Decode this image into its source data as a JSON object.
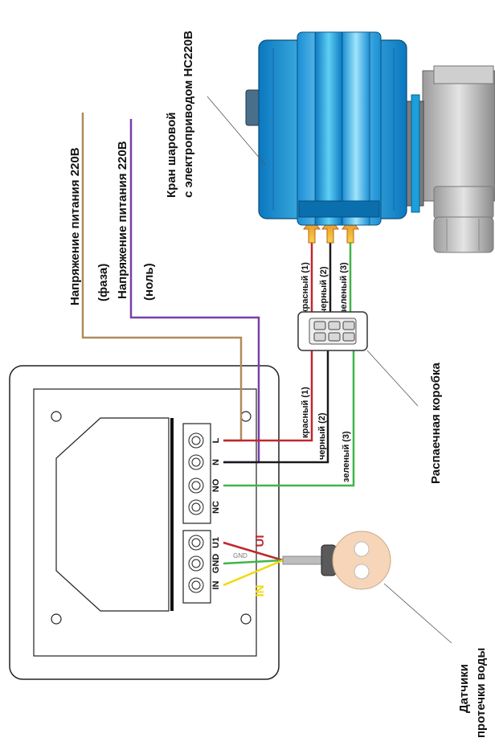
{
  "labels": {
    "power_phase": "Напряжение питания 220В",
    "phase": "(фаза)",
    "power_neutral": "Напряжение питания 220В",
    "neutral": "(ноль)",
    "valve_line1": "Кран шаровой",
    "valve_line2": "с электроприводом НС220В",
    "junction_box": "Распаечная коробка",
    "sensor_line1": "Датчики",
    "sensor_line2": "протечки воды"
  },
  "wires": {
    "red": "красный (1)",
    "black": "черный (2)",
    "green": "зеленый (3)"
  },
  "terminals": {
    "power": [
      "L",
      "N",
      "NO",
      "NC"
    ],
    "sensor": [
      "U1",
      "GND",
      "IN"
    ]
  },
  "sensor_wire_labels": {
    "ui": "UI",
    "in": "IN",
    "gnd": "GND"
  },
  "colors": {
    "phase": "#b08a5c",
    "neutral": "#7b3fa8",
    "red": "#c0282d",
    "black": "#1a1a1a",
    "green": "#3fb54a",
    "yellow": "#f2d80b",
    "valve_blue": "#1e9ad8"
  }
}
